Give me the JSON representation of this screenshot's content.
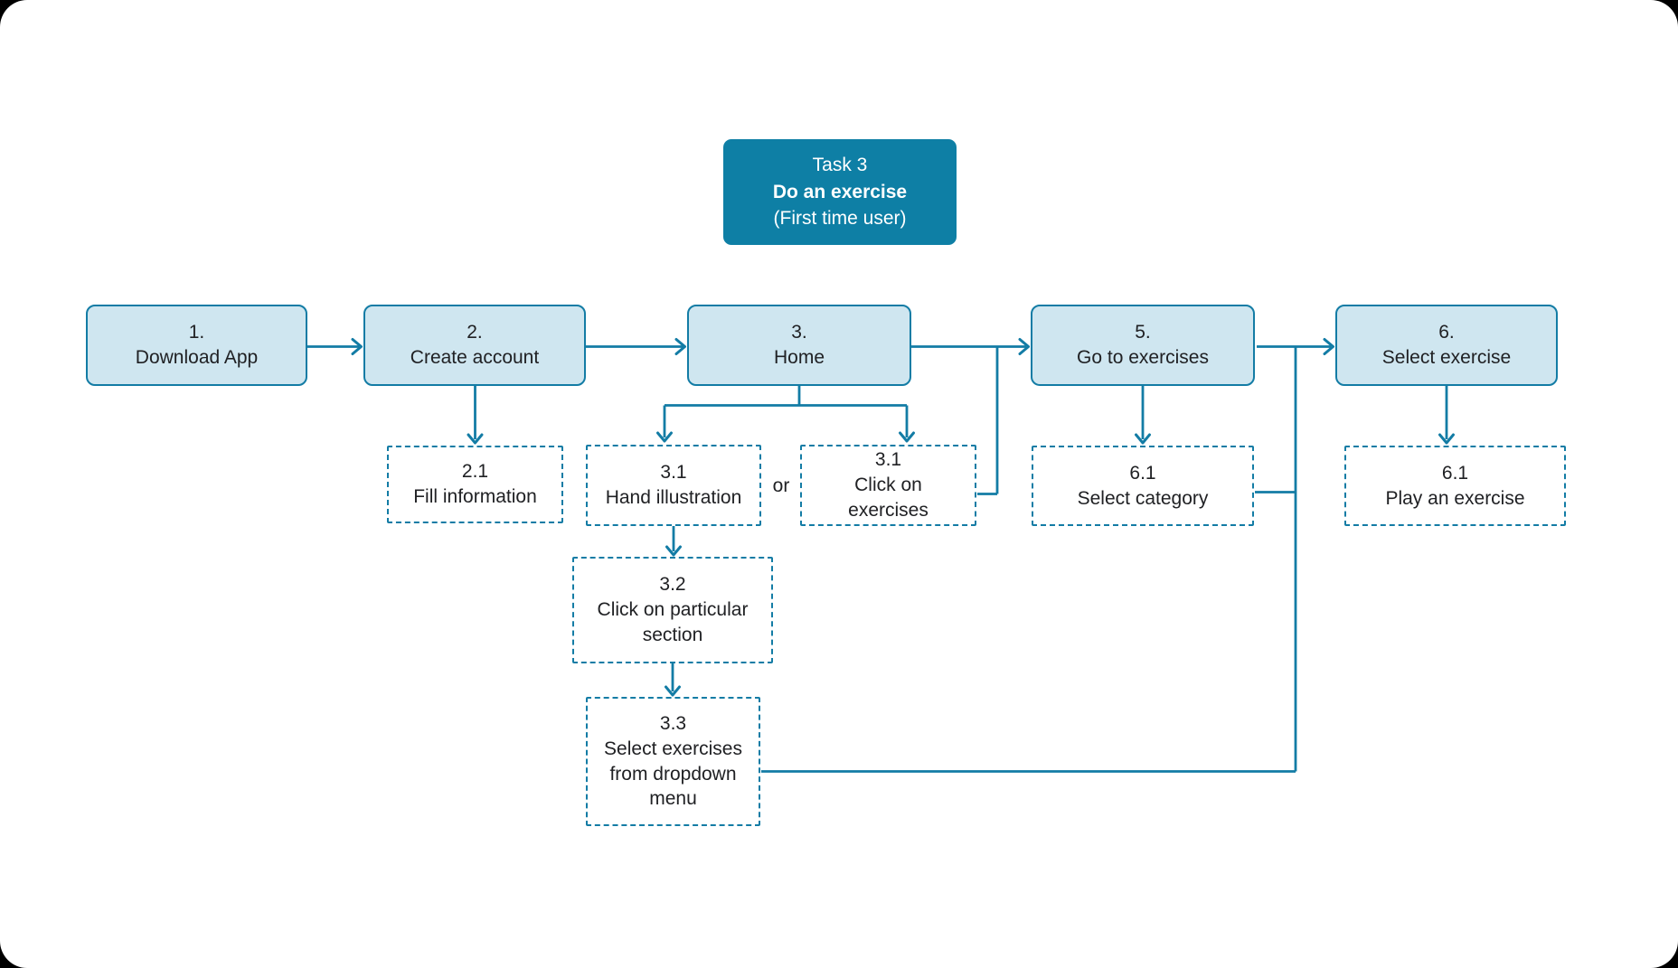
{
  "title_card": {
    "line1": "Task 3",
    "line2": "Do an exercise",
    "line3": "(First time user)"
  },
  "or_label": "or",
  "steps": [
    {
      "number": "1.",
      "label": "Download App"
    },
    {
      "number": "2.",
      "label": "Create account"
    },
    {
      "number": "3.",
      "label": "Home"
    },
    {
      "number": "5.",
      "label": "Go to exercises"
    },
    {
      "number": "6.",
      "label": "Select exercise"
    }
  ],
  "substeps": [
    {
      "number": "2.1",
      "label": "Fill information"
    },
    {
      "number": "3.1",
      "label": "Hand illustration"
    },
    {
      "number": "3.1",
      "label": "Click on\nexercises"
    },
    {
      "number": "6.1",
      "label": "Select category"
    },
    {
      "number": "6.1",
      "label": "Play an exercise"
    },
    {
      "number": "3.2",
      "label": "Click on particular\nsection"
    },
    {
      "number": "3.3",
      "label": "Select exercises\nfrom dropdown\nmenu"
    }
  ],
  "colors": {
    "accent": "#137CA5",
    "node_fill": "#CFE6F0",
    "header_fill": "#0E7FA5",
    "header_text": "#FFFFFF",
    "text": "#202124",
    "canvas_bg": "#FFFFFF",
    "page_bg": "#000000"
  }
}
